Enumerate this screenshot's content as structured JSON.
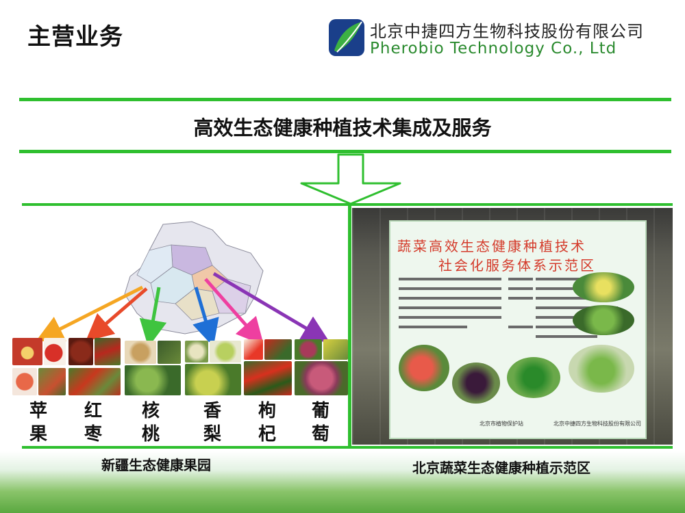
{
  "header": {
    "title": "主营业务",
    "company_cn": "北京中捷四方生物科技股份有限公司",
    "company_en": "Pherobio Technology Co., Ltd"
  },
  "headline": "高效生态健康种植技术集成及服务",
  "left_panel": {
    "caption": "新疆生态健康果园",
    "fruits": [
      {
        "line1": "苹",
        "line2": "果"
      },
      {
        "line1": "红",
        "line2": "枣"
      },
      {
        "line1": "核",
        "line2": "桃"
      },
      {
        "line1": "香",
        "line2": "梨"
      },
      {
        "line1": "枸",
        "line2": "杞"
      },
      {
        "line1": "葡",
        "line2": "萄"
      }
    ],
    "arrow_colors": [
      "#f5a623",
      "#e84a2a",
      "#3fc43f",
      "#1e6fd6",
      "#ee3fa0",
      "#8a35b5"
    ]
  },
  "right_panel": {
    "caption": "北京蔬菜生态健康种植示范区",
    "sign_title_1": "蔬菜高效生态健康种植技术",
    "sign_title_2": "社会化服务体系示范区",
    "sign_footer_left": "北京市植物保护站",
    "sign_footer_right": "北京中捷四方生物科技股份有限公司"
  },
  "colors": {
    "accent_green": "#2fbf2f",
    "company_en": "#2a8a2e"
  }
}
